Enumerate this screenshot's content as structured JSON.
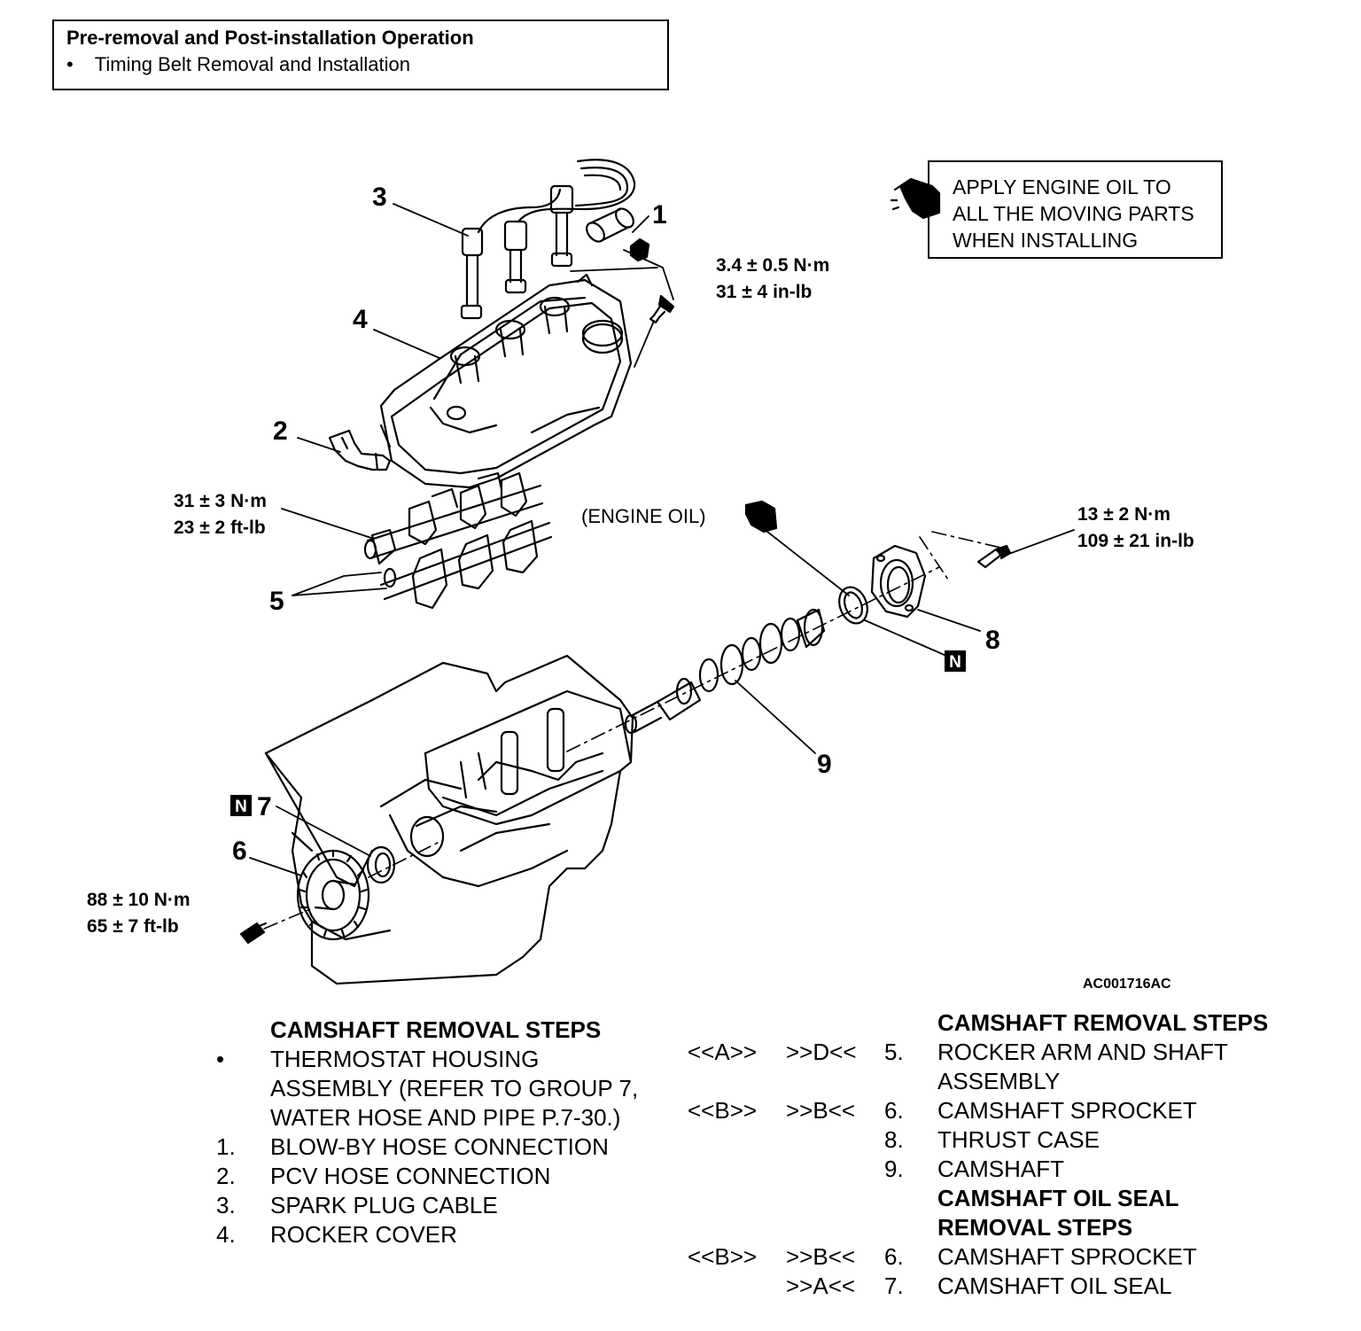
{
  "pre_box": {
    "title": "Pre-removal and Post-installation Operation",
    "bullet": "•",
    "item": "Timing Belt Removal and Installation"
  },
  "oil_box": {
    "lines": [
      "APPLY ENGINE OIL TO",
      "ALL THE MOVING PARTS",
      "WHEN INSTALLING"
    ]
  },
  "callouts": {
    "c1": "1",
    "c2": "2",
    "c3": "3",
    "c4": "4",
    "c5": "5",
    "c6": "6",
    "c7": "7",
    "c8": "8",
    "c9": "9"
  },
  "torques": {
    "cover_bolt": [
      "3.4 ± 0.5 N·m",
      "31 ± 4 in-lb"
    ],
    "rocker": [
      "31 ± 3 N·m",
      "23 ± 2 ft-lb"
    ],
    "thrust_bolt": [
      "13 ± 2 N·m",
      "109 ± 21 in-lb"
    ],
    "sprocket_bolt": [
      "88 ± 10 N·m",
      "65 ± 7 ft-lb"
    ]
  },
  "engine_oil_label": "(ENGINE OIL)",
  "new_part_mark": "N",
  "figure_code": "AC001716AC",
  "left_list": {
    "heading": "CAMSHAFT REMOVAL STEPS",
    "items": [
      {
        "num": "•",
        "text": "THERMOSTAT HOUSING ASSEMBLY (REFER TO GROUP 7, WATER HOSE AND PIPE P.7-30.)"
      },
      {
        "num": "1.",
        "text": "BLOW-BY HOSE CONNECTION"
      },
      {
        "num": "2.",
        "text": "PCV HOSE CONNECTION"
      },
      {
        "num": "3.",
        "text": "SPARK PLUG CABLE"
      },
      {
        "num": "4.",
        "text": "ROCKER COVER"
      }
    ]
  },
  "right_list": {
    "heading1": "CAMSHAFT REMOVAL STEPS",
    "rows1": [
      {
        "a": "<<A>>",
        "b": ">>D<<",
        "n": "5.",
        "t": "ROCKER ARM AND SHAFT ASSEMBLY"
      },
      {
        "a": "<<B>>",
        "b": ">>B<<",
        "n": "6.",
        "t": "CAMSHAFT SPROCKET"
      },
      {
        "a": "",
        "b": "",
        "n": "8.",
        "t": "THRUST CASE"
      },
      {
        "a": "",
        "b": "",
        "n": "9.",
        "t": "CAMSHAFT"
      }
    ],
    "heading2": "CAMSHAFT OIL SEAL REMOVAL STEPS",
    "rows2": [
      {
        "a": "<<B>>",
        "b": ">>B<<",
        "n": "6.",
        "t": "CAMSHAFT SPROCKET"
      },
      {
        "a": "",
        "b": ">>A<<",
        "n": "7.",
        "t": "CAMSHAFT OIL SEAL"
      }
    ]
  }
}
